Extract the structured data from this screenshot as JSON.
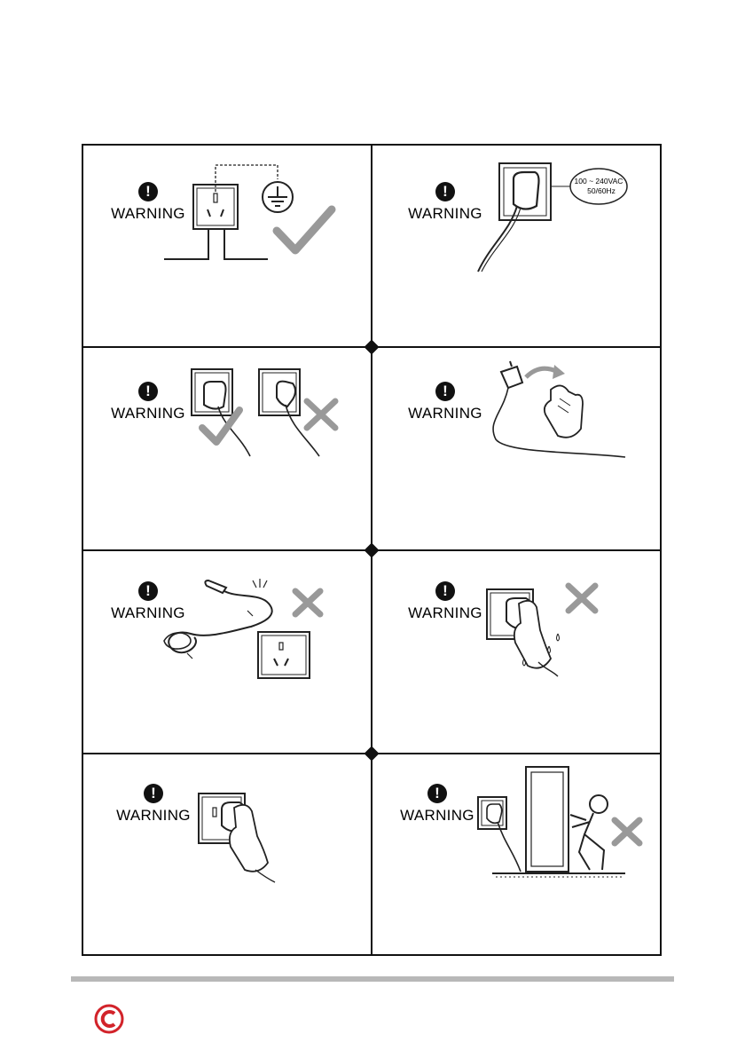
{
  "panels": [
    {
      "warning": "WARNING",
      "icon": "grounded-outlet-icon",
      "mark": "check"
    },
    {
      "warning": "WARNING",
      "icon": "plugged-outlet-voltage-icon",
      "mark": "none",
      "voltage_label": "100 ~ 240VAC",
      "frequency_label": "50/60Hz"
    },
    {
      "warning": "WARNING",
      "icon": "plug-fully-inserted-icon",
      "mark": "check-and-cross"
    },
    {
      "warning": "WARNING",
      "icon": "hand-pulling-plug-icon",
      "mark": "none"
    },
    {
      "warning": "WARNING",
      "icon": "damaged-cord-icon",
      "mark": "cross"
    },
    {
      "warning": "WARNING",
      "icon": "wet-hand-plug-icon",
      "mark": "cross"
    },
    {
      "warning": "WARNING",
      "icon": "hand-holding-plug-icon",
      "mark": "none"
    },
    {
      "warning": "WARNING",
      "icon": "moving-appliance-icon",
      "mark": "cross"
    }
  ],
  "footer": {
    "logo": "brand-logo-icon",
    "accent": "#d2232a"
  }
}
